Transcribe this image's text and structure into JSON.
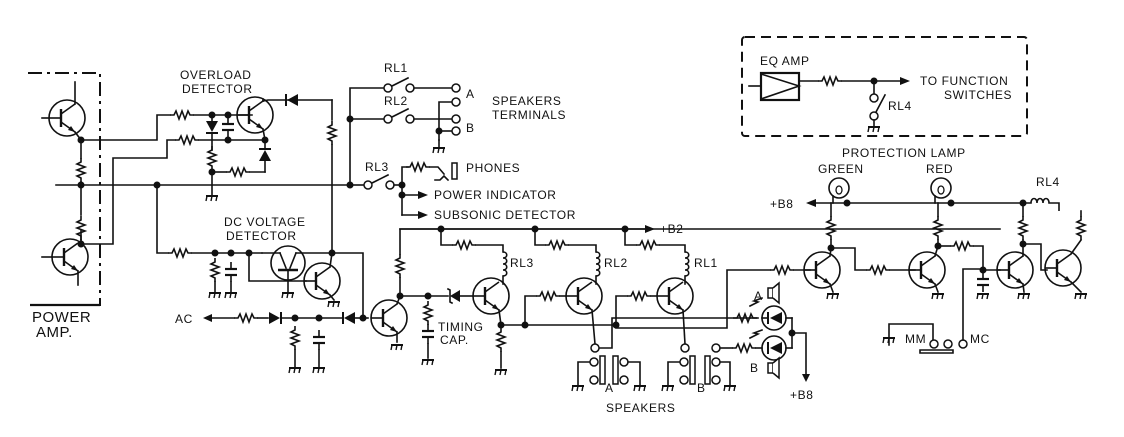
{
  "diagram": {
    "type": "circuit-schematic",
    "subject": "Speaker protection / overload detection circuit",
    "blocks": {
      "power_amp": "POWER\nAMP.",
      "power_amp_line1": "POWER",
      "power_amp_line2": "AMP.",
      "overload_detector_line1": "OVERLOAD",
      "overload_detector_line2": "DETECTOR",
      "dc_voltage_detector_line1": "DC VOLTAGE",
      "dc_voltage_detector_line2": "DETECTOR",
      "eq_amp": "EQ AMP",
      "to_function_line1": "TO FUNCTION",
      "to_function_line2": "SWITCHES",
      "speakers_terminals_line1": "SPEAKERS",
      "speakers_terminals_line2": "TERMINALS",
      "protection_lamp": "PROTECTION LAMP",
      "green": "GREEN",
      "red": "RED",
      "timing_cap_line1": "TIMING",
      "timing_cap_line2": "CAP.",
      "speakers": "SPEAKERS"
    },
    "relays": {
      "rl1": "RL1",
      "rl2": "RL2",
      "rl3": "RL3",
      "rl4": "RL4"
    },
    "terminals": {
      "a": "A",
      "b": "B",
      "spk_a": "A",
      "spk_b": "B",
      "led_a": "A",
      "led_b": "B"
    },
    "signals": {
      "phones": "PHONES",
      "power_indicator": "POWER INDICATOR",
      "subsonic_detector": "SUBSONIC DETECTOR",
      "ac": "AC",
      "b2": "+B2",
      "b8_top": "+B8",
      "b8_bottom": "+B8",
      "mm": "MM",
      "mc": "MC"
    }
  }
}
